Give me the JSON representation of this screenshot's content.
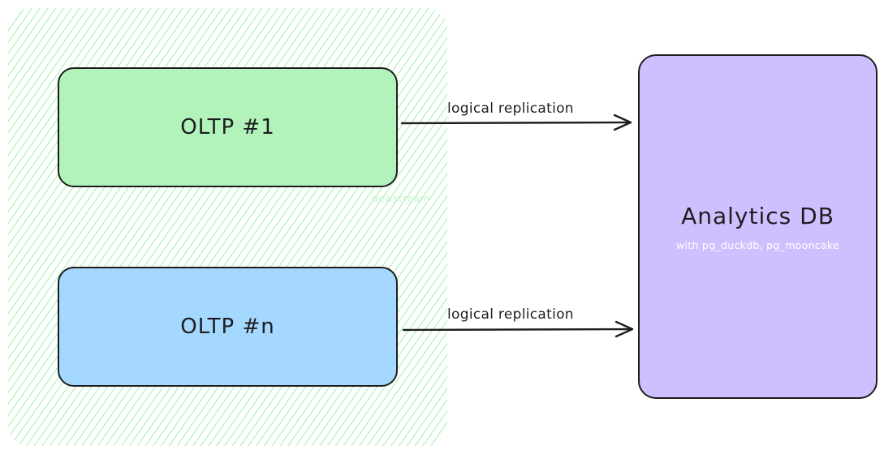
{
  "region": {
    "label": "dewstream",
    "hatch_color": "#b2f2bb"
  },
  "nodes": {
    "oltp1": {
      "label": "OLTP #1",
      "color": "#b2f2bb"
    },
    "oltpn": {
      "label": "OLTP #n",
      "color": "#a5d8ff"
    },
    "analytics": {
      "title": "Analytics DB",
      "subtitle": "with pg_duckdb, pg_mooncake",
      "color": "#d0bfff"
    }
  },
  "edges": [
    {
      "from": "oltp1",
      "to": "analytics",
      "label": "logical replication"
    },
    {
      "from": "oltpn",
      "to": "analytics",
      "label": "logical replication"
    }
  ]
}
